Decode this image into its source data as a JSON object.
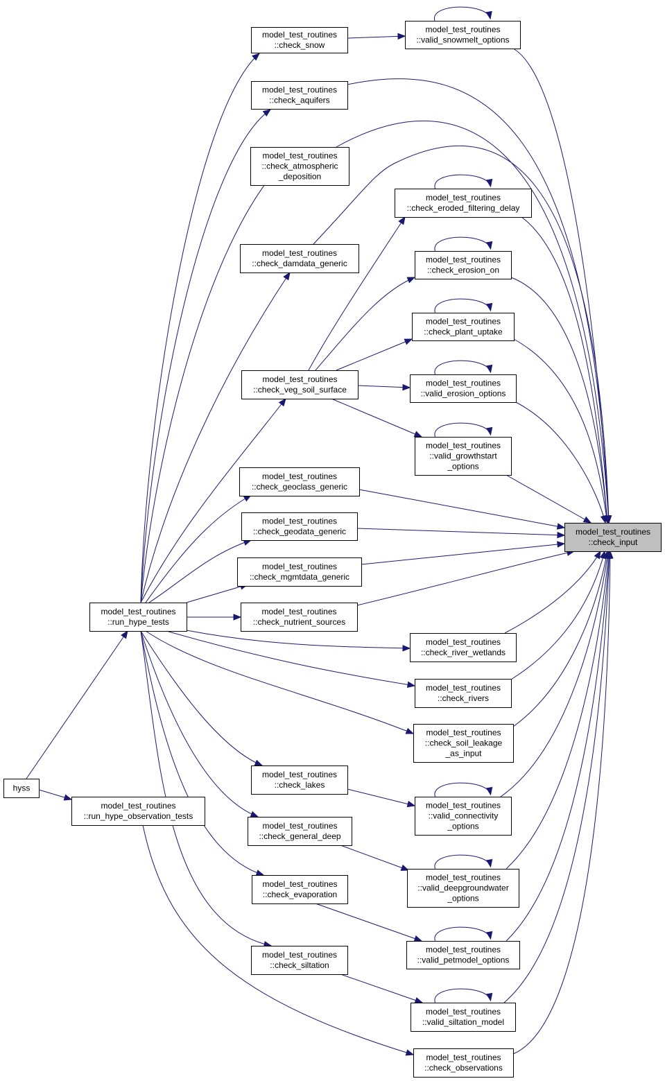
{
  "colors": {
    "edge": "#191970",
    "highlight": "#bfbfbf",
    "box_border": "#000000"
  },
  "nodes": [
    {
      "id": "hyss",
      "lines": [
        "hyss"
      ]
    },
    {
      "id": "run_hype_tests",
      "lines": [
        "model_test_routines",
        "::run_hype_tests"
      ]
    },
    {
      "id": "run_hype_observation_tests",
      "lines": [
        "model_test_routines",
        "::run_hype_observation_tests"
      ]
    },
    {
      "id": "check_snow",
      "lines": [
        "model_test_routines",
        "::check_snow"
      ]
    },
    {
      "id": "check_aquifers",
      "lines": [
        "model_test_routines",
        "::check_aquifers"
      ]
    },
    {
      "id": "check_atmospheric_deposition",
      "lines": [
        "model_test_routines",
        "::check_atmospheric",
        "_deposition"
      ]
    },
    {
      "id": "check_damdata_generic",
      "lines": [
        "model_test_routines",
        "::check_damdata_generic"
      ]
    },
    {
      "id": "check_veg_soil_surface",
      "lines": [
        "model_test_routines",
        "::check_veg_soil_surface"
      ]
    },
    {
      "id": "check_geoclass_generic",
      "lines": [
        "model_test_routines",
        "::check_geoclass_generic"
      ]
    },
    {
      "id": "check_geodata_generic",
      "lines": [
        "model_test_routines",
        "::check_geodata_generic"
      ]
    },
    {
      "id": "check_mgmtdata_generic",
      "lines": [
        "model_test_routines",
        "::check_mgmtdata_generic"
      ]
    },
    {
      "id": "check_nutrient_sources",
      "lines": [
        "model_test_routines",
        "::check_nutrient_sources"
      ]
    },
    {
      "id": "check_lakes",
      "lines": [
        "model_test_routines",
        "::check_lakes"
      ]
    },
    {
      "id": "check_general_deep",
      "lines": [
        "model_test_routines",
        "::check_general_deep"
      ]
    },
    {
      "id": "check_evaporation",
      "lines": [
        "model_test_routines",
        "::check_evaporation"
      ]
    },
    {
      "id": "check_siltation",
      "lines": [
        "model_test_routines",
        "::check_siltation"
      ]
    },
    {
      "id": "valid_snowmelt_options",
      "lines": [
        "model_test_routines",
        "::valid_snowmelt_options"
      ]
    },
    {
      "id": "check_eroded_filtering_delay",
      "lines": [
        "model_test_routines",
        "::check_eroded_filtering_delay"
      ]
    },
    {
      "id": "check_erosion_on",
      "lines": [
        "model_test_routines",
        "::check_erosion_on"
      ]
    },
    {
      "id": "check_plant_uptake",
      "lines": [
        "model_test_routines",
        "::check_plant_uptake"
      ]
    },
    {
      "id": "valid_erosion_options",
      "lines": [
        "model_test_routines",
        "::valid_erosion_options"
      ]
    },
    {
      "id": "valid_growthstart_options",
      "lines": [
        "model_test_routines",
        "::valid_growthstart",
        "_options"
      ]
    },
    {
      "id": "check_river_wetlands",
      "lines": [
        "model_test_routines",
        "::check_river_wetlands"
      ]
    },
    {
      "id": "check_rivers",
      "lines": [
        "model_test_routines",
        "::check_rivers"
      ]
    },
    {
      "id": "check_soil_leakage_as_input",
      "lines": [
        "model_test_routines",
        "::check_soil_leakage",
        "_as_input"
      ]
    },
    {
      "id": "valid_connectivity_options",
      "lines": [
        "model_test_routines",
        "::valid_connectivity",
        "_options"
      ]
    },
    {
      "id": "valid_deepgroundwater_options",
      "lines": [
        "model_test_routines",
        "::valid_deepgroundwater",
        "_options"
      ]
    },
    {
      "id": "valid_petmodel_options",
      "lines": [
        "model_test_routines",
        "::valid_petmodel_options"
      ]
    },
    {
      "id": "valid_siltation_model",
      "lines": [
        "model_test_routines",
        "::valid_siltation_model"
      ]
    },
    {
      "id": "check_observations",
      "lines": [
        "model_test_routines",
        "::check_observations"
      ]
    },
    {
      "id": "check_input",
      "lines": [
        "model_test_routines",
        "::check_input"
      ],
      "highlight": true
    }
  ],
  "edges": [
    [
      "hyss",
      "run_hype_tests"
    ],
    [
      "hyss",
      "run_hype_observation_tests"
    ],
    [
      "run_hype_tests",
      "check_snow"
    ],
    [
      "run_hype_tests",
      "check_aquifers"
    ],
    [
      "run_hype_tests",
      "check_atmospheric_deposition"
    ],
    [
      "run_hype_tests",
      "check_damdata_generic"
    ],
    [
      "run_hype_tests",
      "check_veg_soil_surface"
    ],
    [
      "run_hype_tests",
      "check_geoclass_generic"
    ],
    [
      "run_hype_tests",
      "check_geodata_generic"
    ],
    [
      "run_hype_tests",
      "check_mgmtdata_generic"
    ],
    [
      "run_hype_tests",
      "check_nutrient_sources"
    ],
    [
      "run_hype_tests",
      "check_river_wetlands"
    ],
    [
      "run_hype_tests",
      "check_rivers"
    ],
    [
      "run_hype_tests",
      "check_soil_leakage_as_input"
    ],
    [
      "run_hype_tests",
      "check_lakes"
    ],
    [
      "run_hype_tests",
      "check_general_deep"
    ],
    [
      "run_hype_tests",
      "check_evaporation"
    ],
    [
      "run_hype_tests",
      "check_siltation"
    ],
    [
      "run_hype_observation_tests",
      "check_observations"
    ],
    [
      "check_snow",
      "valid_snowmelt_options"
    ],
    [
      "check_veg_soil_surface",
      "check_eroded_filtering_delay"
    ],
    [
      "check_veg_soil_surface",
      "check_erosion_on"
    ],
    [
      "check_veg_soil_surface",
      "check_plant_uptake"
    ],
    [
      "check_veg_soil_surface",
      "valid_erosion_options"
    ],
    [
      "check_veg_soil_surface",
      "valid_growthstart_options"
    ],
    [
      "check_lakes",
      "valid_connectivity_options"
    ],
    [
      "check_general_deep",
      "valid_deepgroundwater_options"
    ],
    [
      "check_evaporation",
      "valid_petmodel_options"
    ],
    [
      "check_siltation",
      "valid_siltation_model"
    ],
    [
      "valid_snowmelt_options",
      "check_input"
    ],
    [
      "check_aquifers",
      "check_input"
    ],
    [
      "check_atmospheric_deposition",
      "check_input"
    ],
    [
      "check_damdata_generic",
      "check_input"
    ],
    [
      "check_eroded_filtering_delay",
      "check_input"
    ],
    [
      "check_erosion_on",
      "check_input"
    ],
    [
      "check_plant_uptake",
      "check_input"
    ],
    [
      "valid_erosion_options",
      "check_input"
    ],
    [
      "valid_growthstart_options",
      "check_input"
    ],
    [
      "check_geoclass_generic",
      "check_input"
    ],
    [
      "check_geodata_generic",
      "check_input"
    ],
    [
      "check_mgmtdata_generic",
      "check_input"
    ],
    [
      "check_nutrient_sources",
      "check_input"
    ],
    [
      "check_river_wetlands",
      "check_input"
    ],
    [
      "check_rivers",
      "check_input"
    ],
    [
      "check_soil_leakage_as_input",
      "check_input"
    ],
    [
      "valid_connectivity_options",
      "check_input"
    ],
    [
      "valid_deepgroundwater_options",
      "check_input"
    ],
    [
      "valid_petmodel_options",
      "check_input"
    ],
    [
      "valid_siltation_model",
      "check_input"
    ],
    [
      "check_observations",
      "check_input"
    ]
  ],
  "self_loops": [
    "valid_snowmelt_options",
    "check_eroded_filtering_delay",
    "check_erosion_on",
    "check_plant_uptake",
    "valid_erosion_options",
    "valid_growthstart_options",
    "valid_connectivity_options",
    "valid_deepgroundwater_options",
    "valid_petmodel_options",
    "valid_siltation_model"
  ]
}
